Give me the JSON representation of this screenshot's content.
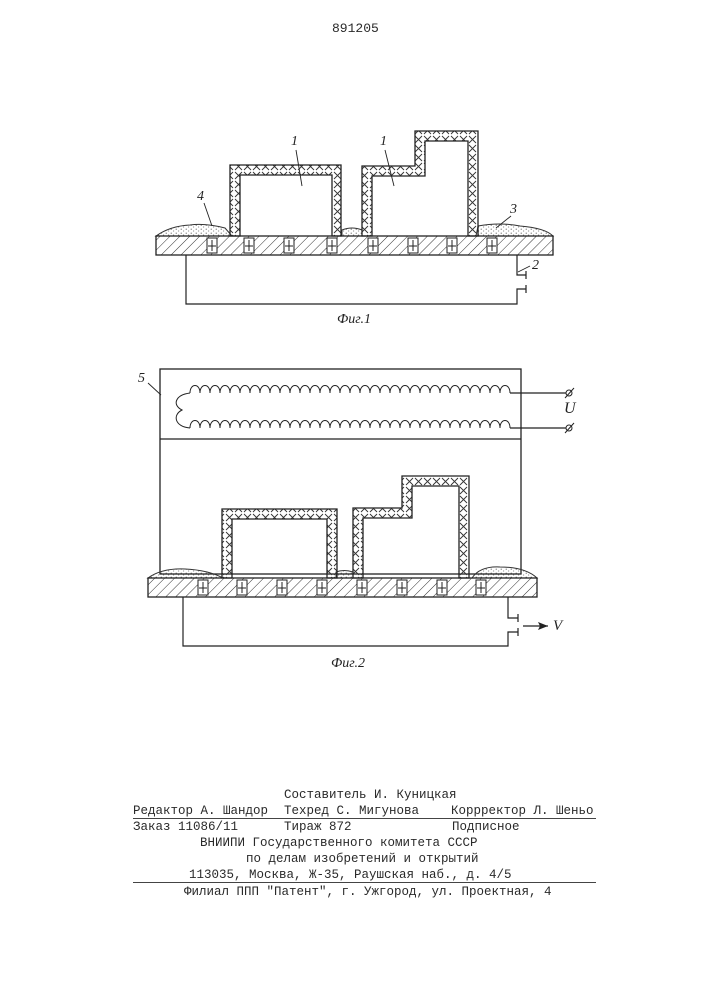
{
  "header": {
    "patent_number": "891205"
  },
  "figure1": {
    "caption": "Фиг.1",
    "labels": {
      "part1a": "1",
      "part1b": "1",
      "part2": "2",
      "part3": "3",
      "part4": "4"
    }
  },
  "figure2": {
    "caption": "Фиг.2",
    "labels": {
      "part5": "5",
      "voltage_u": "U",
      "voltage_v": "V"
    }
  },
  "footer": {
    "compiler": "Составитель И. Куницкая",
    "editor": "Редактор А. Шандор",
    "techred": "Техред С. Мигунова",
    "corrector": "Коррректор Л. Шеньо",
    "order": "Заказ 11086/11",
    "circulation": "Тираж 872",
    "subscription": "Подписное",
    "org": "ВНИИПИ Государственного комитета СССР",
    "org_dept": "по делам изобретений и открытий",
    "address": "113035, Москва, Ж-35, Раушская наб., д. 4/5",
    "branch": "Филиал ППП \"Патент\", г. Ужгород, ул. Проектная, 4"
  }
}
